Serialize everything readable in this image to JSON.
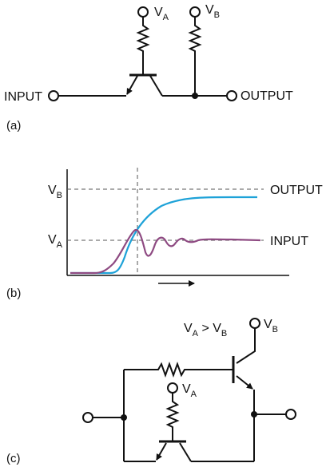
{
  "part_a": {
    "caption": "(a)",
    "supply_a": {
      "letter": "V",
      "sub": "A"
    },
    "supply_b": {
      "letter": "V",
      "sub": "B"
    },
    "input_label": "INPUT",
    "output_label": "OUTPUT"
  },
  "part_b": {
    "caption": "(b)",
    "y_tick_b": {
      "letter": "V",
      "sub": "B"
    },
    "y_tick_a": {
      "letter": "V",
      "sub": "A"
    },
    "output_label": "OUTPUT",
    "input_label": "INPUT",
    "colors": {
      "output": "#1ea2d8",
      "input": "#8e4a82"
    }
  },
  "part_c": {
    "caption": "(c)",
    "condition": {
      "a": "V",
      "a_sub": "A",
      "op": " > ",
      "b": "V",
      "b_sub": "B"
    },
    "supply_a": {
      "letter": "V",
      "sub": "A"
    },
    "supply_b": {
      "letter": "V",
      "sub": "B"
    }
  }
}
